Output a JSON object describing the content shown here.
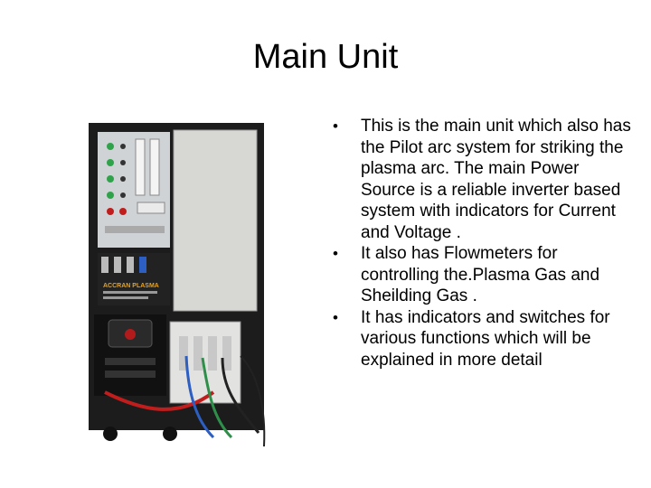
{
  "slide": {
    "title": "Main Unit",
    "image": {
      "subject": "plasma-unit-photo",
      "panel_label": "ACCRAN PLASMA",
      "colors": {
        "frame": "#1c1c1c",
        "door": "#d7d8d4",
        "panel": "#cfd3d6",
        "red_cable": "#c21d1d",
        "blue_cable": "#2d5ec2",
        "green_cable": "#2f8f4a"
      }
    },
    "bullets": [
      "This is the main unit which also has the Pilot arc system for striking the plasma arc. The main Power Source is a reliable inverter based system with indicators for Current and Voltage .",
      "It also has Flowmeters for controlling the.Plasma Gas and Sheilding Gas .",
      "It has indicators and switches for various functions which will be explained in more detail"
    ]
  }
}
